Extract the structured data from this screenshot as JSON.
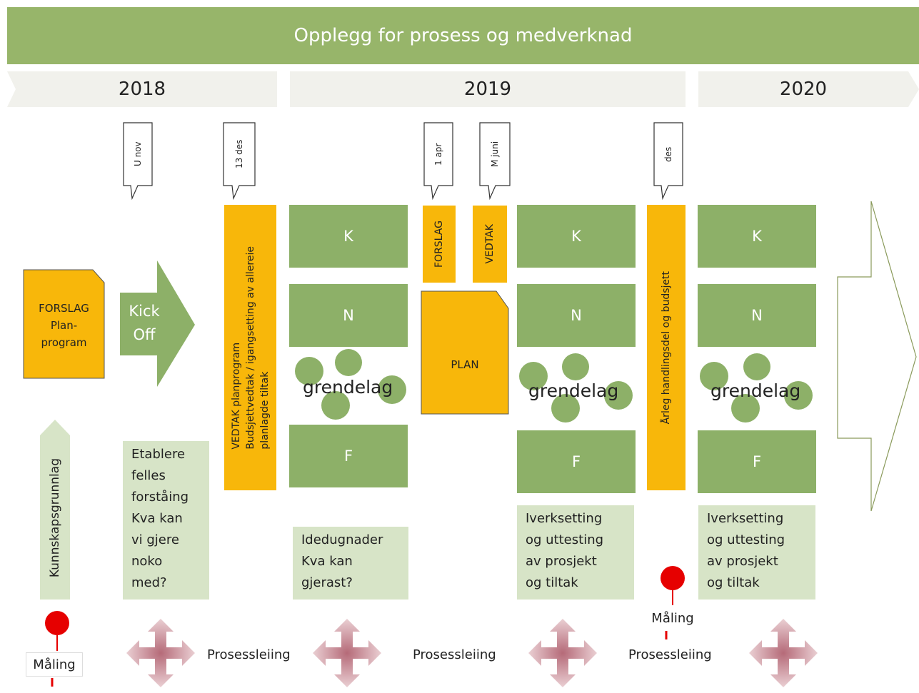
{
  "title": "Opplegg for prosess og medverknad",
  "years": [
    "2018",
    "2019",
    "2020"
  ],
  "milestones": {
    "u_nov": "U nov",
    "des13": "13 des",
    "apr1": "1 apr",
    "m_juni": "M juni",
    "des": "des"
  },
  "forslag_planprogram": "FORSLAG\nPlan-\nprogram",
  "kickoff": "Kick\nOff",
  "kunnskapsgrunnlag": "Kunnskapsgrunnlag",
  "etablere": "Etablere\nfelles\nforståing\nKva kan\nvi gjere\nnoko\nmed?",
  "vedtak_planprogram": "VEDTAK planprogram\nBudsjettvedtak / igangsetting av allereie\nplanlagde tiltak",
  "groups": {
    "k": "K",
    "n": "N",
    "f": "F",
    "grendelag": "grendelag"
  },
  "idedugnader": "Idedugnader\nKva kan\ngjerast?",
  "forslag": "FORSLAG",
  "vedtak": "VEDTAK",
  "plan": "PLAN",
  "iverksetting": "Iverksetting\nog uttesting\nav prosjekt\nog tiltak",
  "arleg": "Årleg handlingsdel og budsjett",
  "maling": "Måling",
  "prosessleiing": "Prosessleiing",
  "colors": {
    "green": "#8db068",
    "light_green": "#d7e4c7",
    "orange": "#f8b70a",
    "title_green": "#97b56a",
    "red": "#e60000",
    "pink": "#c98c95"
  }
}
